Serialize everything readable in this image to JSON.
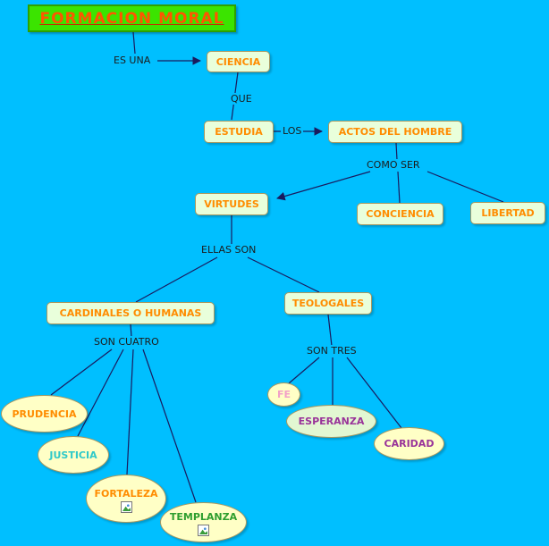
{
  "title": {
    "label": "FORMACION MORAL"
  },
  "nodes": {
    "ciencia": "CIENCIA",
    "estudia": "ESTUDIA",
    "actos": "ACTOS DEL HOMBRE",
    "virtudes": "VIRTUDES",
    "conciencia": "CONCIENCIA",
    "libertad": "LIBERTAD",
    "cardinales": "CARDINALES O HUMANAS",
    "teologales": "TEOLOGALES",
    "prudencia": "PRUDENCIA",
    "justicia": "JUSTICIA",
    "fortaleza": "FORTALEZA",
    "templanza": "TEMPLANZA",
    "fe": "FE",
    "esperanza": "ESPERANZA",
    "caridad": "CARIDAD"
  },
  "links": {
    "es_una": "ES UNA",
    "que": "QUE",
    "los": "LOS",
    "como_ser": "COMO SER",
    "ellas_son": "ELLAS SON",
    "son_cuatro": "SON CUATRO",
    "son_tres": "SON TRES"
  },
  "icons": {
    "fortaleza_resource": "image-resource-icon",
    "templanza_resource": "image-resource-icon"
  },
  "colors": {
    "background": "#00BFFF",
    "title_fill": "#3BE400",
    "title_text": "#FF5500",
    "rect_fill": "#E9FFDB",
    "ellipse_fill": "#FFFFC6",
    "esperanza_fill": "#E2F7D2",
    "text_orange": "#FF8C00",
    "text_cyan": "#2FC9C9",
    "text_green": "#2E9E2E",
    "text_pink": "#F2A0C8",
    "text_purple": "#993399",
    "line": "#1A1A5E"
  }
}
